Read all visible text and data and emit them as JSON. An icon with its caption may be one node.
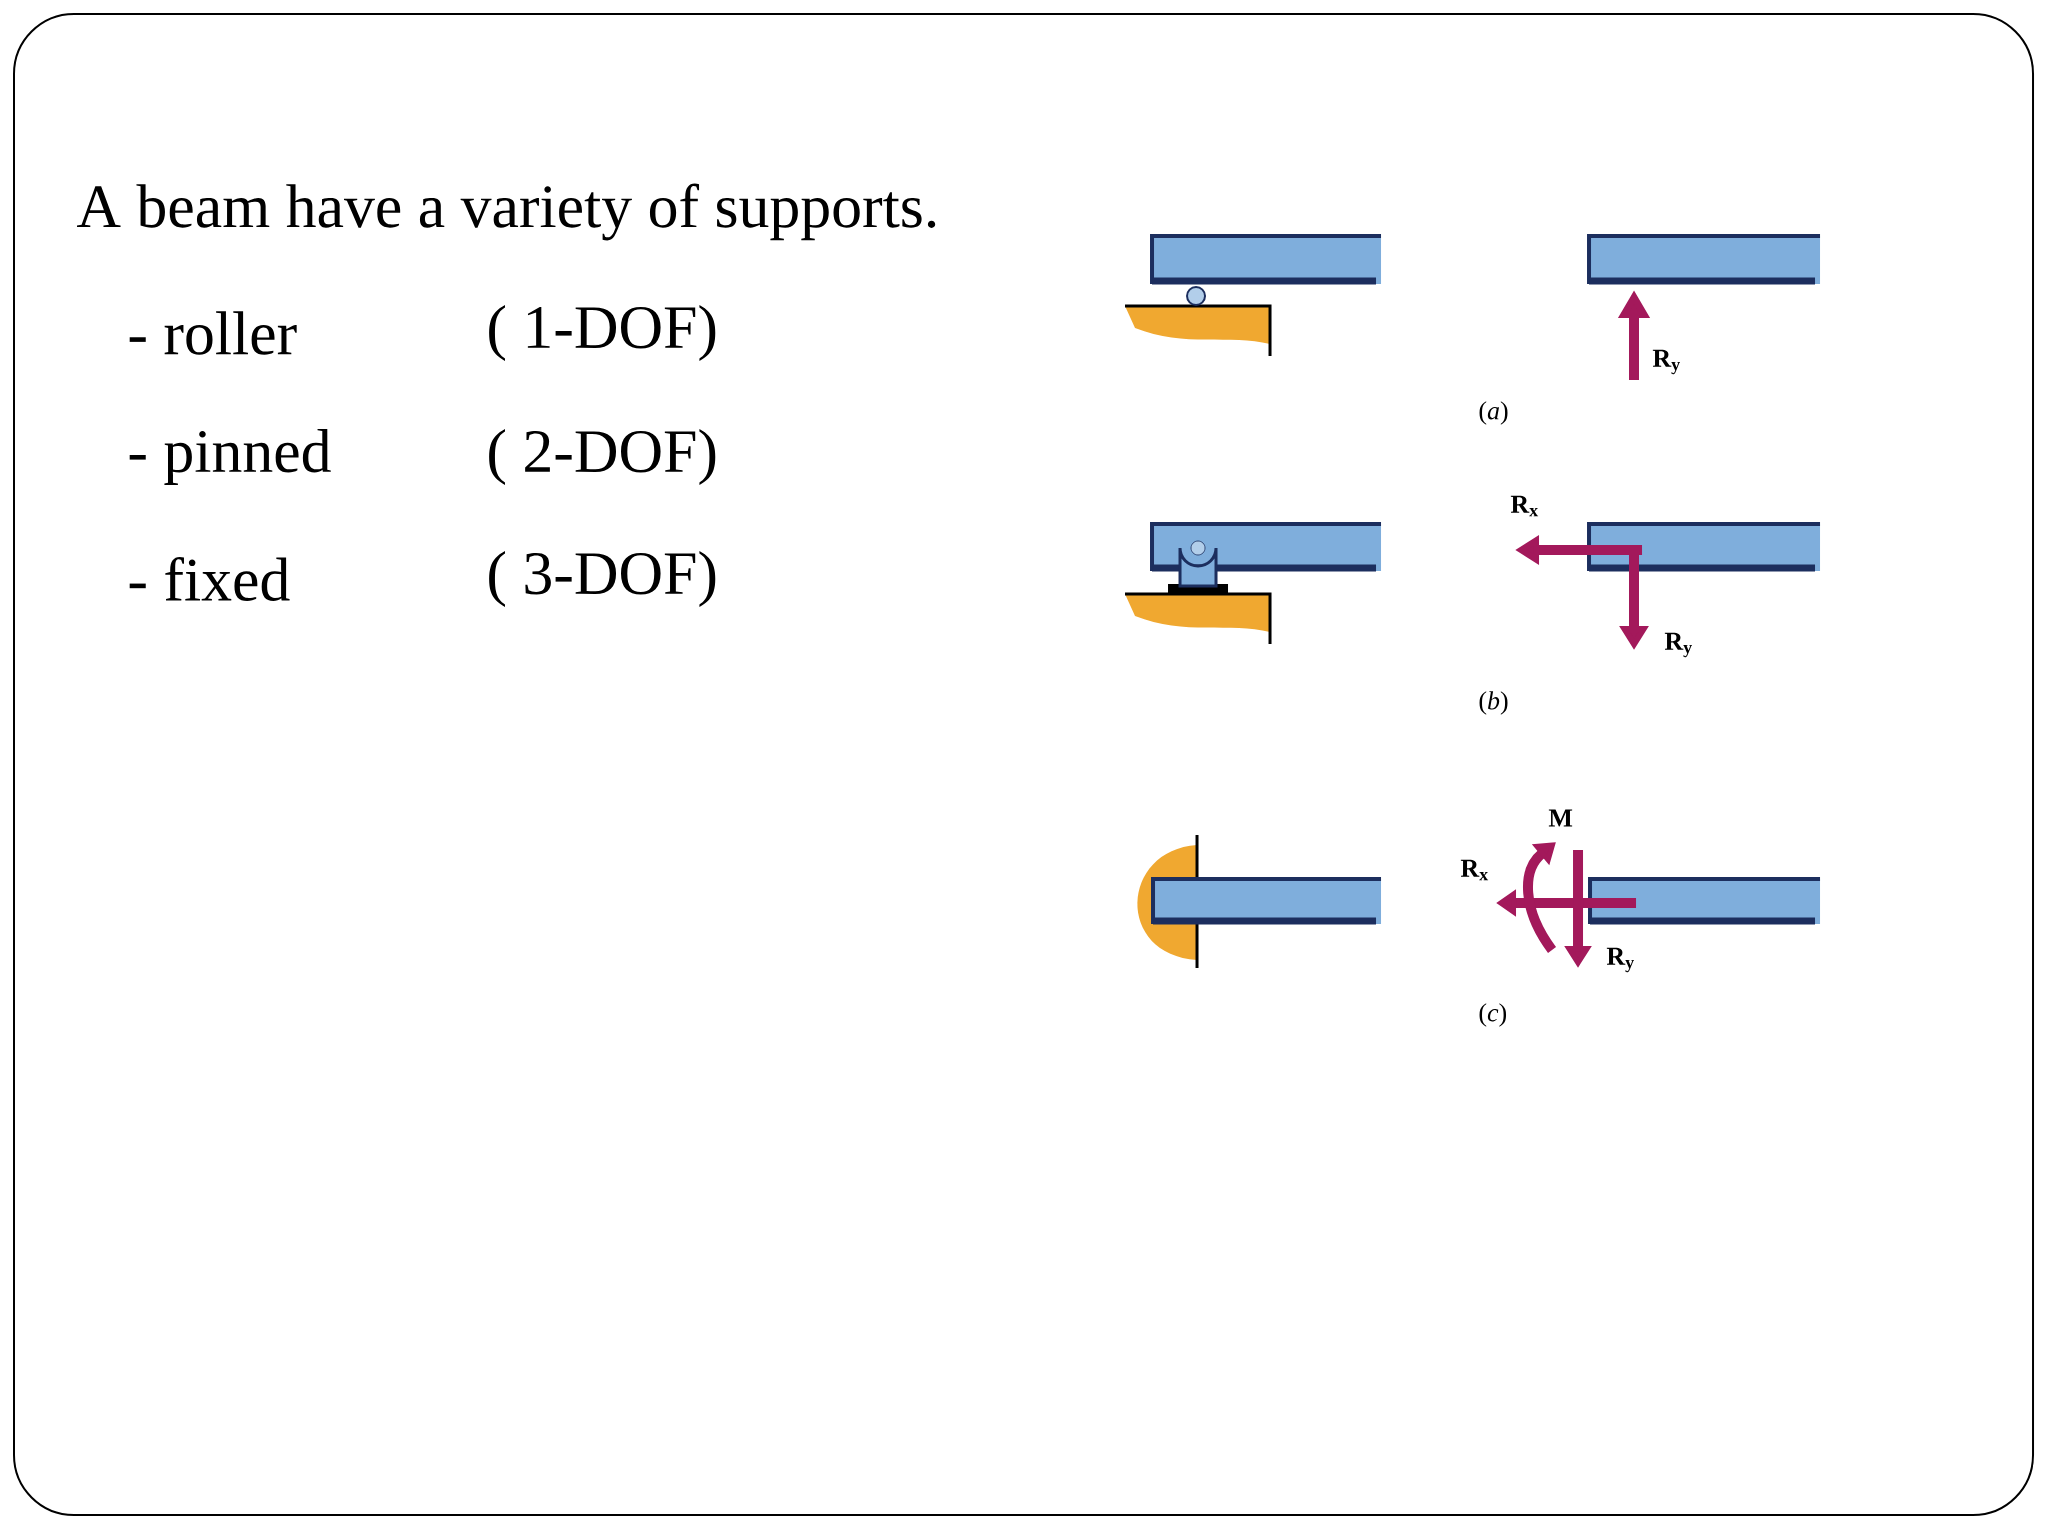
{
  "diagram": {
    "title": "A beam have a variety of supports.",
    "labels": [
      "- roller",
      "( 1-DOF)",
      "- pinned",
      "( 2-DOF)",
      "- fixed",
      "( 3-DOF)",
      "R$_{y}$",
      "(*a*)",
      "R$_{x}$",
      "R$_{y}$",
      "(*b*)",
      "M",
      "R$_{x}$",
      "R$_{y}$",
      "(*c*)"
    ]
  }
}
